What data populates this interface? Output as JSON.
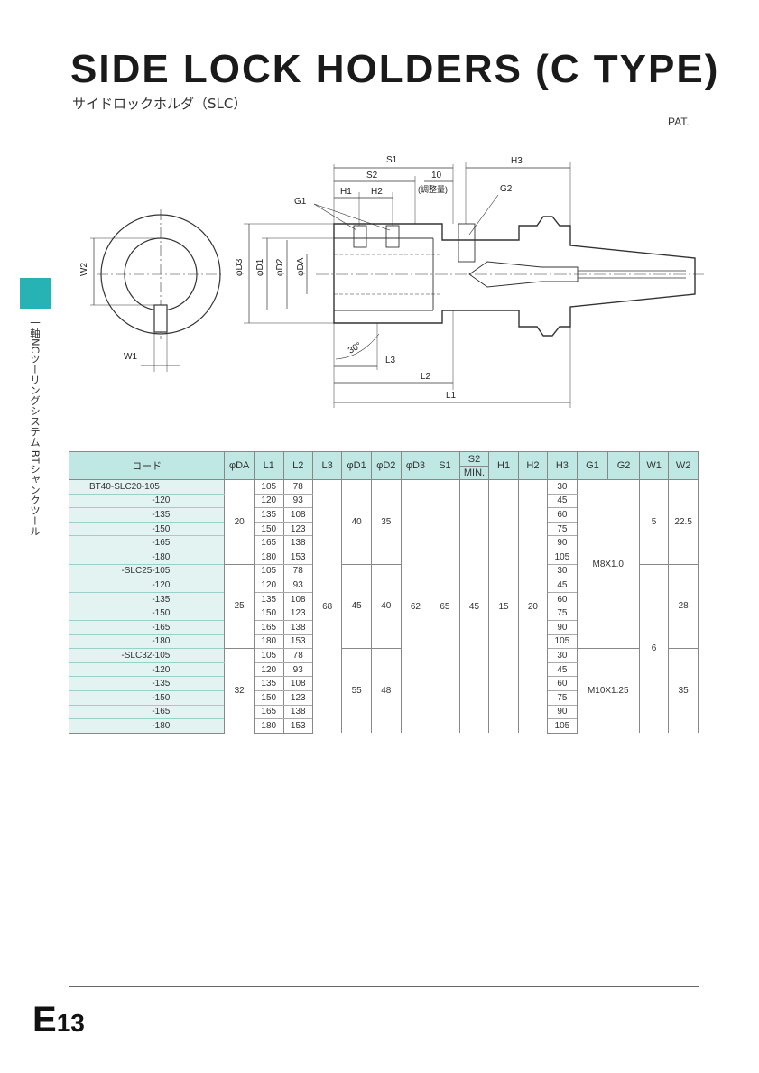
{
  "header": {
    "title": "SIDE LOCK HOLDERS (C TYPE)",
    "subtitle": "サイドロックホルダ（SLC）",
    "pat": "PAT."
  },
  "sidebar": {
    "text": "一軸NCツーリングシステム BTシャンクツール",
    "tab_color": "#27b2b3"
  },
  "page": {
    "letter": "E",
    "number": "13"
  },
  "drawing_labels": {
    "S1": "S1",
    "S2": "S2",
    "adj_value": "10",
    "adj_label": "(調整量)",
    "H1": "H1",
    "H2": "H2",
    "H3": "H3",
    "G1": "G1",
    "G2": "G2",
    "D3": "φD3",
    "D1": "φD1",
    "D2": "φD2",
    "DA": "φDA",
    "L1": "L1",
    "L2": "L2",
    "L3": "L3",
    "angle": "30°",
    "W1": "W1",
    "W2": "W2"
  },
  "table": {
    "header_color": "#bfe7e4",
    "code_color": "#e3f3f1",
    "columns": [
      "コード",
      "φDA",
      "L1",
      "L2",
      "L3",
      "φD1",
      "φD2",
      "φD3",
      "S1",
      "S2",
      "MIN.",
      "H1",
      "H2",
      "H3",
      "G1",
      "G2",
      "W1",
      "W2"
    ],
    "codes": [
      "BT40-SLC20-105",
      "-120",
      "-135",
      "-150",
      "-165",
      "-180",
      "-SLC25-105",
      "-120",
      "-135",
      "-150",
      "-165",
      "-180",
      "-SLC32-105",
      "-120",
      "-135",
      "-150",
      "-165",
      "-180"
    ],
    "L1": [
      "105",
      "120",
      "135",
      "150",
      "165",
      "180",
      "105",
      "120",
      "135",
      "150",
      "165",
      "180",
      "105",
      "120",
      "135",
      "150",
      "165",
      "180"
    ],
    "L2": [
      "78",
      "93",
      "108",
      "123",
      "138",
      "153",
      "78",
      "93",
      "108",
      "123",
      "138",
      "153",
      "78",
      "93",
      "108",
      "123",
      "138",
      "153"
    ],
    "H3": [
      "30",
      "45",
      "60",
      "75",
      "90",
      "105",
      "30",
      "45",
      "60",
      "75",
      "90",
      "105",
      "30",
      "45",
      "60",
      "75",
      "90",
      "105"
    ],
    "DA": [
      "20",
      "25",
      "32"
    ],
    "D1": [
      "40",
      "45",
      "55"
    ],
    "D2": [
      "35",
      "40",
      "48"
    ],
    "W2": [
      "22.5",
      "28",
      "35"
    ],
    "L3": "68",
    "D3": "62",
    "S1": "65",
    "S2": "45",
    "H1": "15",
    "H2": "20",
    "G": [
      "M8X1.0",
      "M10X1.25"
    ],
    "W1": [
      "5",
      "6"
    ]
  }
}
